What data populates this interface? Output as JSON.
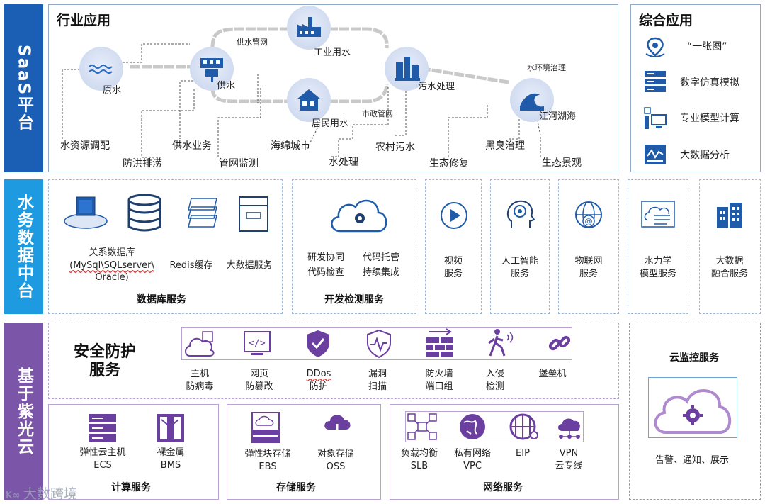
{
  "layers": {
    "saas": "SaaS平台",
    "data_center": "水务数据中台",
    "cloud": "基于紫光云"
  },
  "industry": {
    "title": "行业应用",
    "nodes": {
      "raw_water": "原水",
      "supply": "供水",
      "industrial": "工业用水",
      "residential": "居民用水",
      "sewage": "污水处理",
      "rivers": "江河湖海"
    },
    "pipes": {
      "supply_net": "供水管网",
      "municipal_net": "市政管网",
      "env_governance": "水环境治理"
    },
    "apps_row1": [
      "水资源调配",
      "供水业务",
      "海绵城市",
      "农村污水",
      "黑臭治理"
    ],
    "apps_row2": [
      "防洪排涝",
      "管网监测",
      "水处理",
      "生态修复",
      "生态景观"
    ]
  },
  "integrated": {
    "title": "综合应用",
    "items": [
      "“一张图”",
      "数字仿真模拟",
      "专业模型计算",
      "大数据分析"
    ]
  },
  "database": {
    "items": {
      "relational_line1": "关系数据库",
      "relational_line2": "(MySql\\SQLserver\\",
      "relational_line3": "Oracle)",
      "redis": "Redis缓存",
      "bigdata": "大数据服务"
    },
    "footer": "数据库服务"
  },
  "devtest": {
    "items": [
      "研发协同",
      "代码托管",
      "代码检查",
      "持续集成"
    ],
    "footer": "开发检测服务"
  },
  "services": [
    {
      "line1": "视频",
      "line2": "服务"
    },
    {
      "line1": "人工智能",
      "line2": "服务"
    },
    {
      "line1": "物联网",
      "line2": "服务"
    },
    {
      "line1": "水力学",
      "line2": "模型服务"
    },
    {
      "line1": "大数据",
      "line2": "融合服务"
    }
  ],
  "security": {
    "title_line1": "安全防护",
    "title_line2": "服务",
    "items": [
      {
        "line1": "主机",
        "line2": "防病毒"
      },
      {
        "line1": "网页",
        "line2": "防篡改"
      },
      {
        "line1": "DDos",
        "line2": "防护"
      },
      {
        "line1": "漏洞",
        "line2": "扫描"
      },
      {
        "line1": "防火墙",
        "line2": "端口组"
      },
      {
        "line1": "入侵",
        "line2": "检测"
      },
      {
        "line1": "堡垒机",
        "line2": ""
      }
    ]
  },
  "compute": {
    "items": [
      {
        "line1": "弹性云主机",
        "line2": "ECS"
      },
      {
        "line1": "裸金属",
        "line2": "BMS"
      }
    ],
    "footer": "计算服务"
  },
  "storage": {
    "items": [
      {
        "line1": "弹性块存储",
        "line2": "EBS"
      },
      {
        "line1": "对象存储",
        "line2": "OSS"
      }
    ],
    "footer": "存储服务"
  },
  "network": {
    "items": [
      {
        "line1": "负载均衡",
        "line2": "SLB"
      },
      {
        "line1": "私有网络",
        "line2": "VPC"
      },
      {
        "line1": "EIP",
        "line2": ""
      },
      {
        "line1": "VPN",
        "line2": "云专线"
      }
    ],
    "footer": "网络服务"
  },
  "monitor": {
    "title": "云监控服务",
    "caption": "告警、通知、展示"
  },
  "watermark": "大数跨境",
  "colors": {
    "saas": "#1a5fb4",
    "data": "#1e9be0",
    "cloud": "#7a55a8",
    "icon": "#1f5ba8",
    "purple": "#6b3fa0"
  }
}
